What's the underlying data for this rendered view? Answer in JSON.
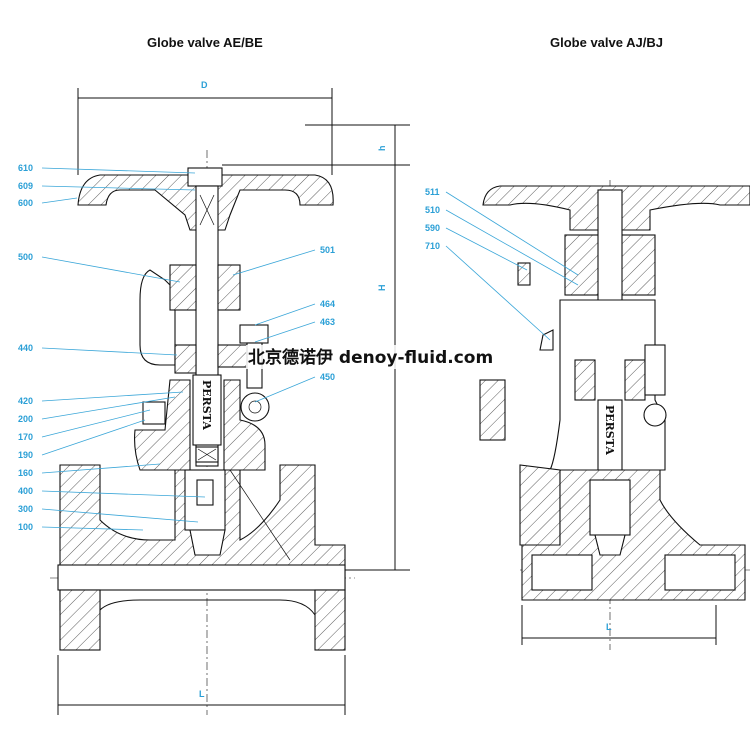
{
  "titles": {
    "left": "Globe valve AE/BE",
    "right": "Globe valve AJ/BJ"
  },
  "dimensions": {
    "D": "D",
    "h": "h",
    "H": "H",
    "L_left": "L",
    "L_right": "L"
  },
  "watermark": "北京德诺伊 denoy-fluid.com",
  "left_labels": [
    "610",
    "609",
    "600",
    "500",
    "440",
    "420",
    "200",
    "170",
    "190",
    "160",
    "400",
    "300",
    "100"
  ],
  "right_side_labels": [
    "501",
    "464",
    "463",
    "450"
  ],
  "aj_labels": [
    "511",
    "510",
    "590",
    "710"
  ],
  "stem_marking": "PERSTA",
  "colors": {
    "label": "#2a9fd6",
    "line": "#111111"
  }
}
